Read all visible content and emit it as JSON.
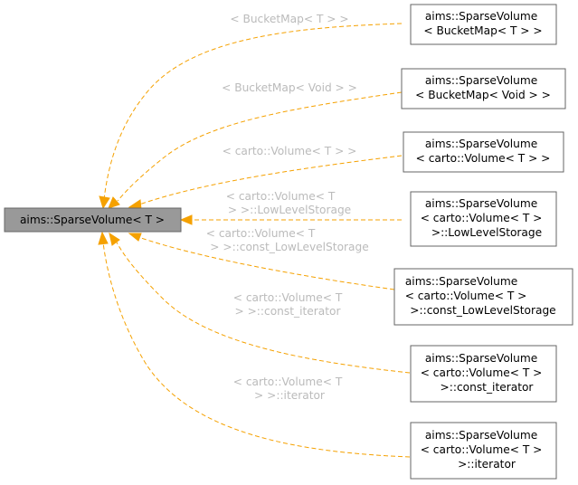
{
  "diagram": {
    "base_node": "aims::SparseVolume< T >",
    "nodes": [
      {
        "lines": [
          "aims::SparseVolume",
          "< BucketMap< T > >"
        ]
      },
      {
        "lines": [
          "aims::SparseVolume",
          "< BucketMap< Void > >"
        ]
      },
      {
        "lines": [
          "aims::SparseVolume",
          "< carto::Volume< T > >"
        ]
      },
      {
        "lines": [
          "aims::SparseVolume",
          "< carto::Volume< T >",
          ">::LowLevelStorage"
        ]
      },
      {
        "lines": [
          "aims::SparseVolume",
          "< carto::Volume< T >",
          ">::const_LowLevelStorage"
        ]
      },
      {
        "lines": [
          "aims::SparseVolume",
          "< carto::Volume< T >",
          ">::const_iterator"
        ]
      },
      {
        "lines": [
          "aims::SparseVolume",
          "< carto::Volume< T >",
          ">::iterator"
        ]
      }
    ],
    "edge_labels": [
      {
        "lines": [
          "< BucketMap< T > >"
        ]
      },
      {
        "lines": [
          "< BucketMap< Void > >"
        ]
      },
      {
        "lines": [
          "< carto::Volume< T > >"
        ]
      },
      {
        "lines": [
          "< carto::Volume< T",
          "> >::LowLevelStorage"
        ]
      },
      {
        "lines": [
          "< carto::Volume< T",
          "> >::const_LowLevelStorage"
        ]
      },
      {
        "lines": [
          "< carto::Volume< T",
          "> >::const_iterator"
        ]
      },
      {
        "lines": [
          "< carto::Volume< T",
          "> >::iterator"
        ]
      }
    ],
    "colors": {
      "edge": "#f5a100",
      "edge_label": "#bbbbbb",
      "base_fill": "#999999",
      "node_border": "#666666"
    }
  }
}
